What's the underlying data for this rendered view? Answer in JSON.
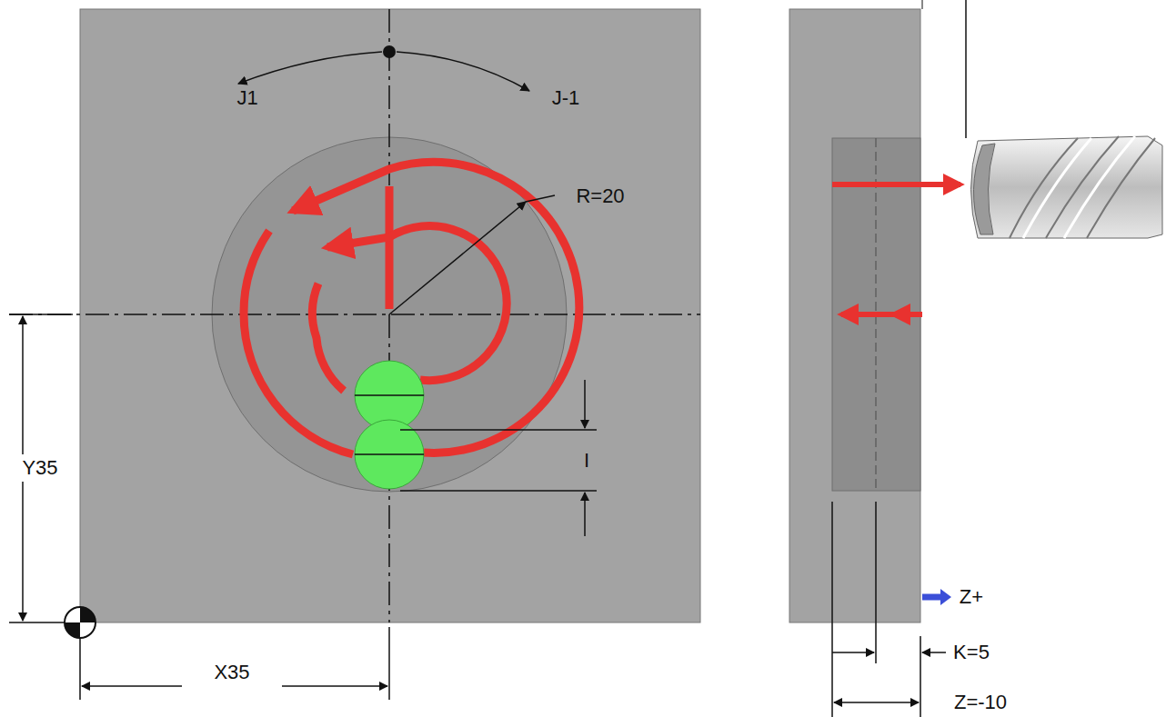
{
  "diagram": {
    "labels": [
      "J1",
      "J-1",
      "R=20",
      "I",
      "Y35",
      "X35",
      "Z+",
      "K=5",
      "Z=-10"
    ]
  }
}
